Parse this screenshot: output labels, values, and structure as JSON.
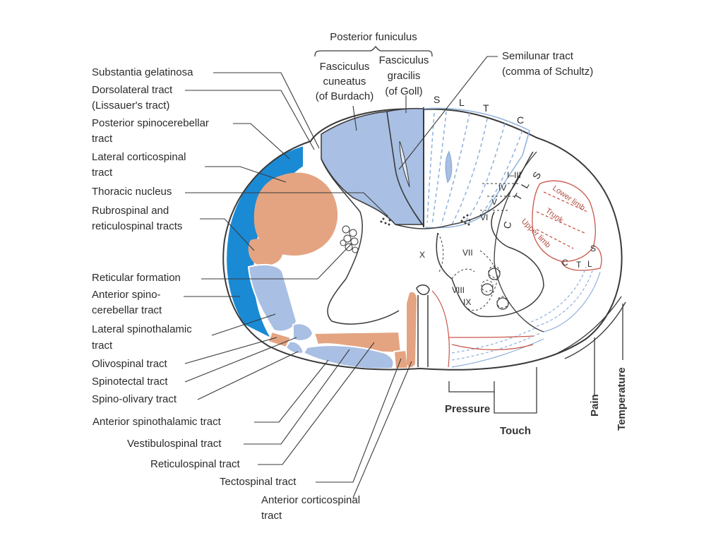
{
  "colors": {
    "deep_blue": "#1a8ad4",
    "light_blue": "#a9bfe3",
    "salmon": "#e4a482",
    "outline": "#3a3a3a",
    "red_line": "#c9574a",
    "blue_line": "#8fb0dc"
  },
  "left_labels": [
    {
      "id": "substantia-gelatinosa",
      "text": "Substantia gelatinosa"
    },
    {
      "id": "dorsolateral-tract",
      "text": "Dorsolateral tract"
    },
    {
      "id": "lissauers-tract",
      "text": "(Lissauer's tract)"
    },
    {
      "id": "posterior-spinocerebellar-1",
      "text": "Posterior spinocerebellar"
    },
    {
      "id": "posterior-spinocerebellar-2",
      "text": "tract"
    },
    {
      "id": "lateral-corticospinal-1",
      "text": "Lateral corticospinal"
    },
    {
      "id": "lateral-corticospinal-2",
      "text": "tract"
    },
    {
      "id": "thoracic-nucleus",
      "text": "Thoracic nucleus"
    },
    {
      "id": "rubrospinal-1",
      "text": "Rubrospinal and"
    },
    {
      "id": "rubrospinal-2",
      "text": "reticulospinal tracts"
    },
    {
      "id": "reticular-formation",
      "text": "Reticular formation"
    },
    {
      "id": "anterior-spinocerebellar-1",
      "text": "Anterior spino-"
    },
    {
      "id": "anterior-spinocerebellar-2",
      "text": "cerebellar tract"
    },
    {
      "id": "lateral-spinothalamic-1",
      "text": "Lateral spinothalamic"
    },
    {
      "id": "lateral-spinothalamic-2",
      "text": "tract"
    },
    {
      "id": "olivospinal",
      "text": "Olivospinal tract"
    },
    {
      "id": "spinotectal",
      "text": "Spinotectal tract"
    },
    {
      "id": "spino-olivary",
      "text": "Spino-olivary tract"
    }
  ],
  "bottom_labels": [
    {
      "id": "anterior-spinothalamic",
      "text": "Anterior spinothalamic tract"
    },
    {
      "id": "vestibulospinal",
      "text": "Vestibulospinal tract"
    },
    {
      "id": "reticulospinal",
      "text": "Reticulospinal tract"
    },
    {
      "id": "tectospinal",
      "text": "Tectospinal tract"
    },
    {
      "id": "anterior-corticospinal-1",
      "text": "Anterior corticospinal"
    },
    {
      "id": "anterior-corticospinal-2",
      "text": "tract"
    }
  ],
  "top_labels": {
    "posterior_funiculus": "Posterior funiculus",
    "fasciculus_cuneatus": [
      "Fasciculus",
      "cuneatus",
      "(of Burdach)"
    ],
    "fasciculus_gracilis": [
      "Fasciculus",
      "gracilis",
      "(of Goll)"
    ],
    "semilunar_tract": [
      "Semilunar tract",
      "(comma of Schultz)"
    ]
  },
  "segment_letters_posterior": [
    "S",
    "L",
    "T",
    "C"
  ],
  "laminae": [
    "I–III",
    "IV",
    "V",
    "VI",
    "VII",
    "VIII",
    "IX",
    "X"
  ],
  "lateral_letters": [
    "S",
    "L",
    "T",
    "C"
  ],
  "somatotopy": [
    "Lower limb",
    "Trunk",
    "Upper limb"
  ],
  "somatotopy_letters": [
    "S",
    "C",
    "T",
    "L"
  ],
  "modality_labels": {
    "pressure": "Pressure",
    "touch": "Touch",
    "pain": "Pain",
    "temperature": "Temperature"
  }
}
